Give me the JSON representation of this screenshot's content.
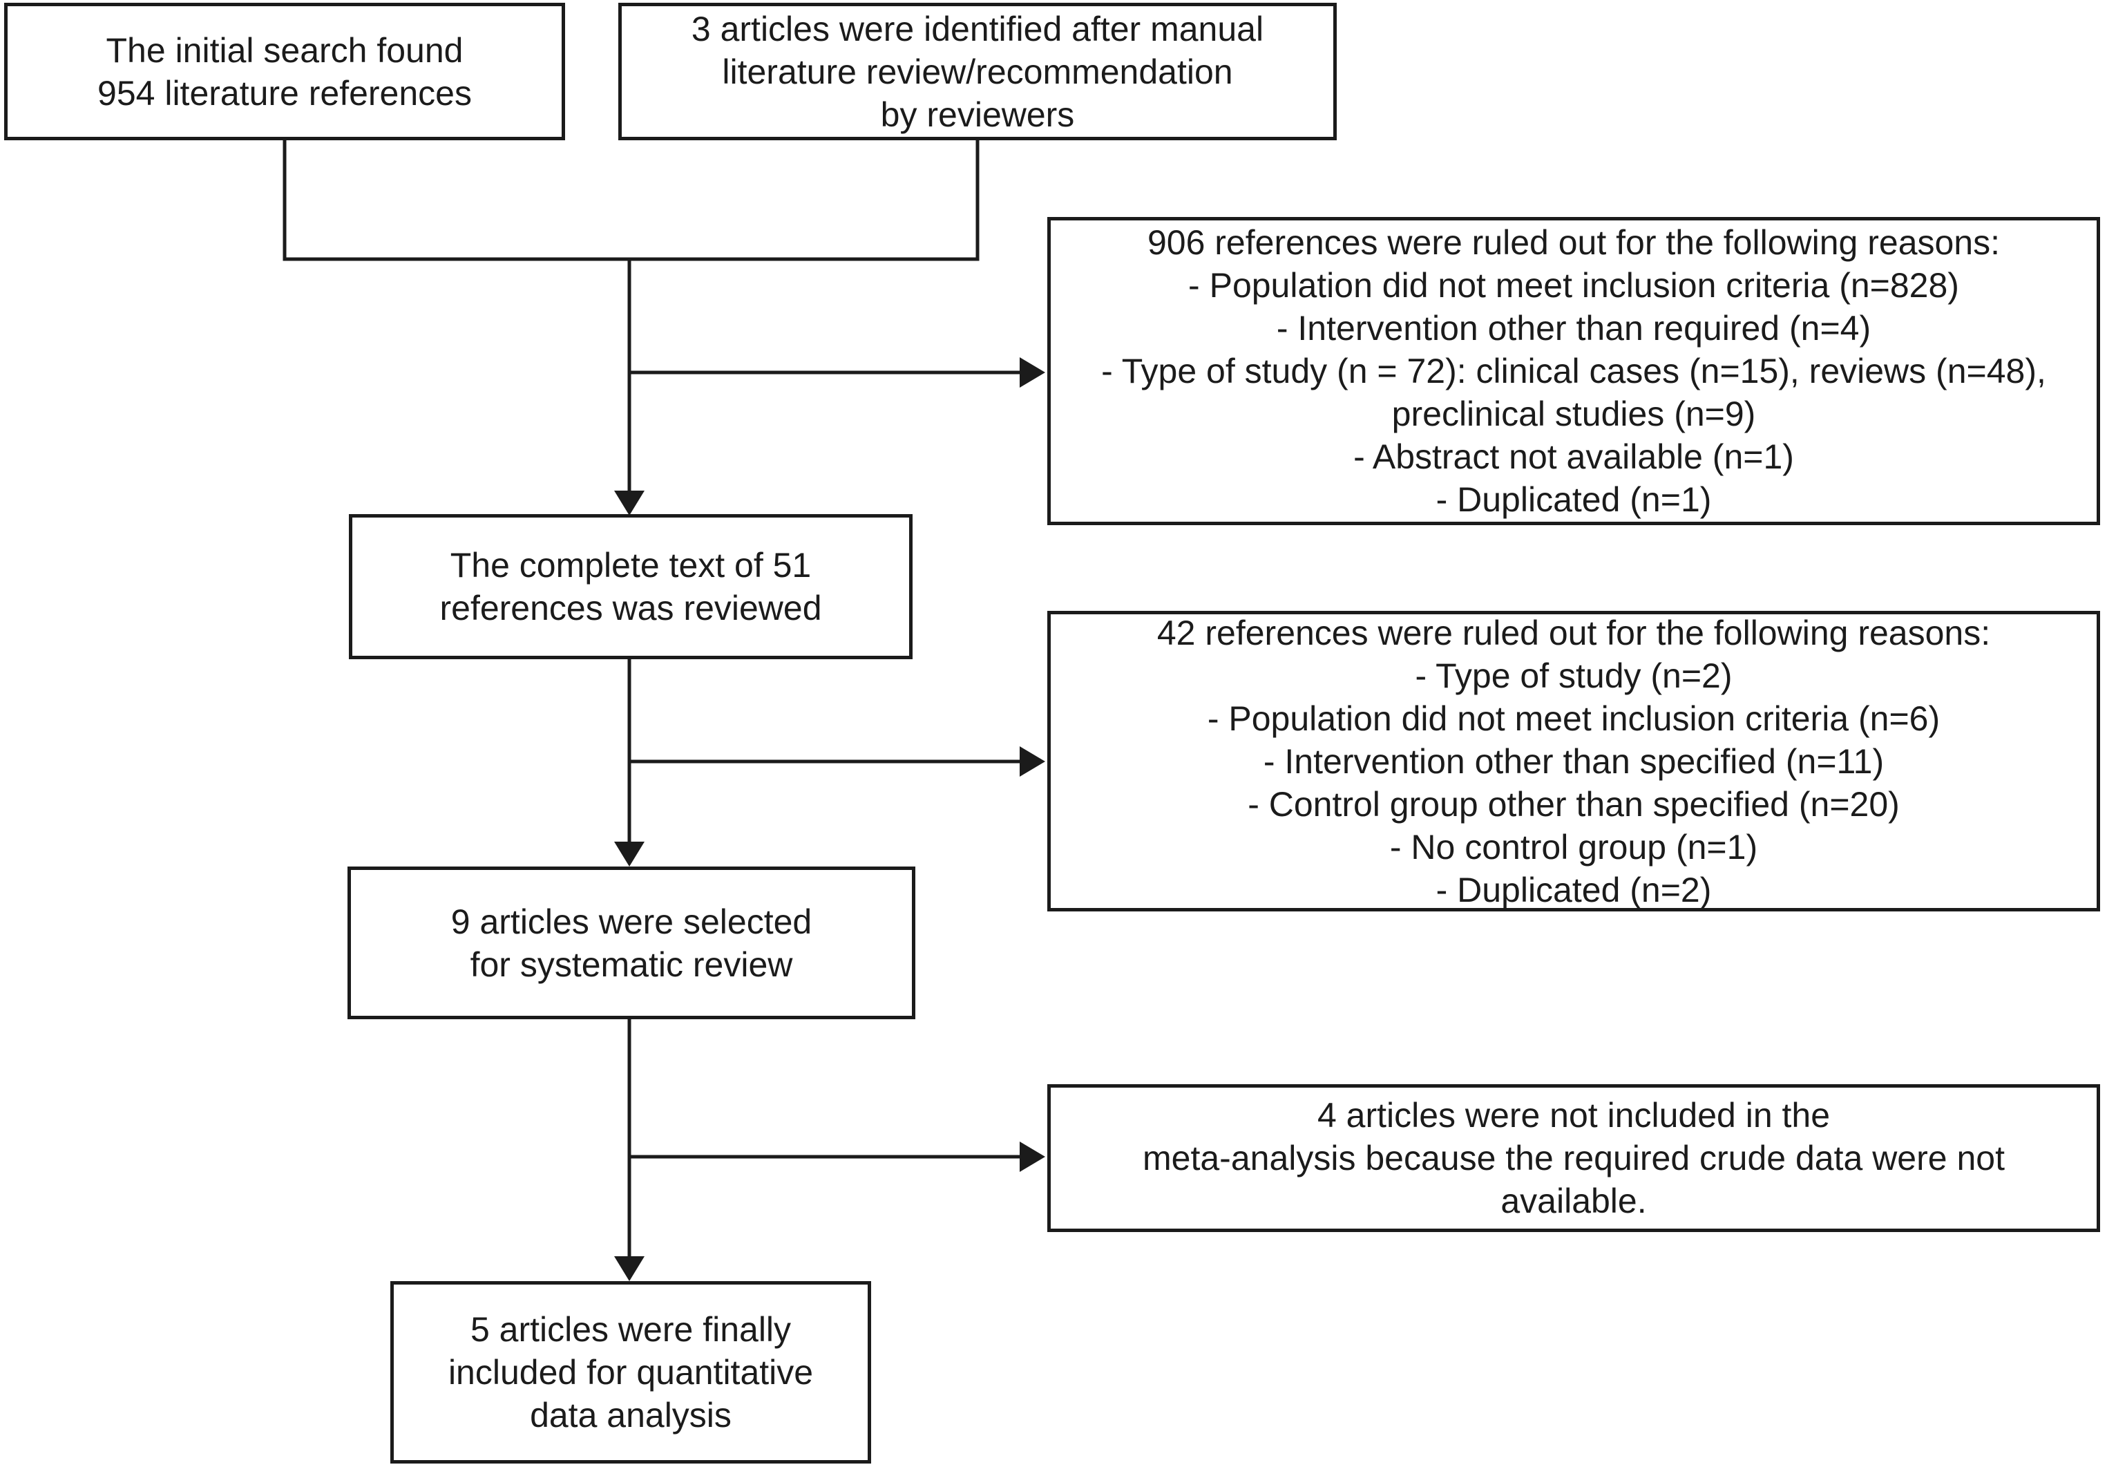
{
  "colors": {
    "ink": "#1b1b1b",
    "background": "#ffffff"
  },
  "boxes": {
    "initial_search": {
      "text": "The initial search found\n954 literature references"
    },
    "manual_identification": {
      "text": "3 articles were identified after manual\nliterature review/recommendation\nby reviewers"
    },
    "excluded_first_screen": {
      "text": "906 references were ruled out for the following reasons:\n- Population did not meet inclusion criteria (n=828)\n- Intervention other than required (n=4)\n- Type of study (n = 72): clinical cases (n=15), reviews (n=48),\npreclinical studies (n=9)\n- Abstract not available (n=1)\n- Duplicated (n=1)"
    },
    "full_text_review": {
      "text": "The complete text of 51\nreferences was reviewed"
    },
    "excluded_full_text": {
      "text": "42 references were ruled out for the following reasons:\n- Type of study (n=2)\n- Population did not meet inclusion criteria (n=6)\n- Intervention other than specified (n=11)\n- Control group other than specified (n=20)\n- No control group (n=1)\n- Duplicated (n=2)"
    },
    "systematic_review_selection": {
      "text": "9 articles were selected\nfor systematic review"
    },
    "excluded_meta_analysis": {
      "text": "4 articles were not included in the\nmeta-analysis because the required crude data were not\navailable."
    },
    "quantitative_analysis": {
      "text": "5 articles were finally\nincluded for quantitative\ndata analysis"
    }
  }
}
